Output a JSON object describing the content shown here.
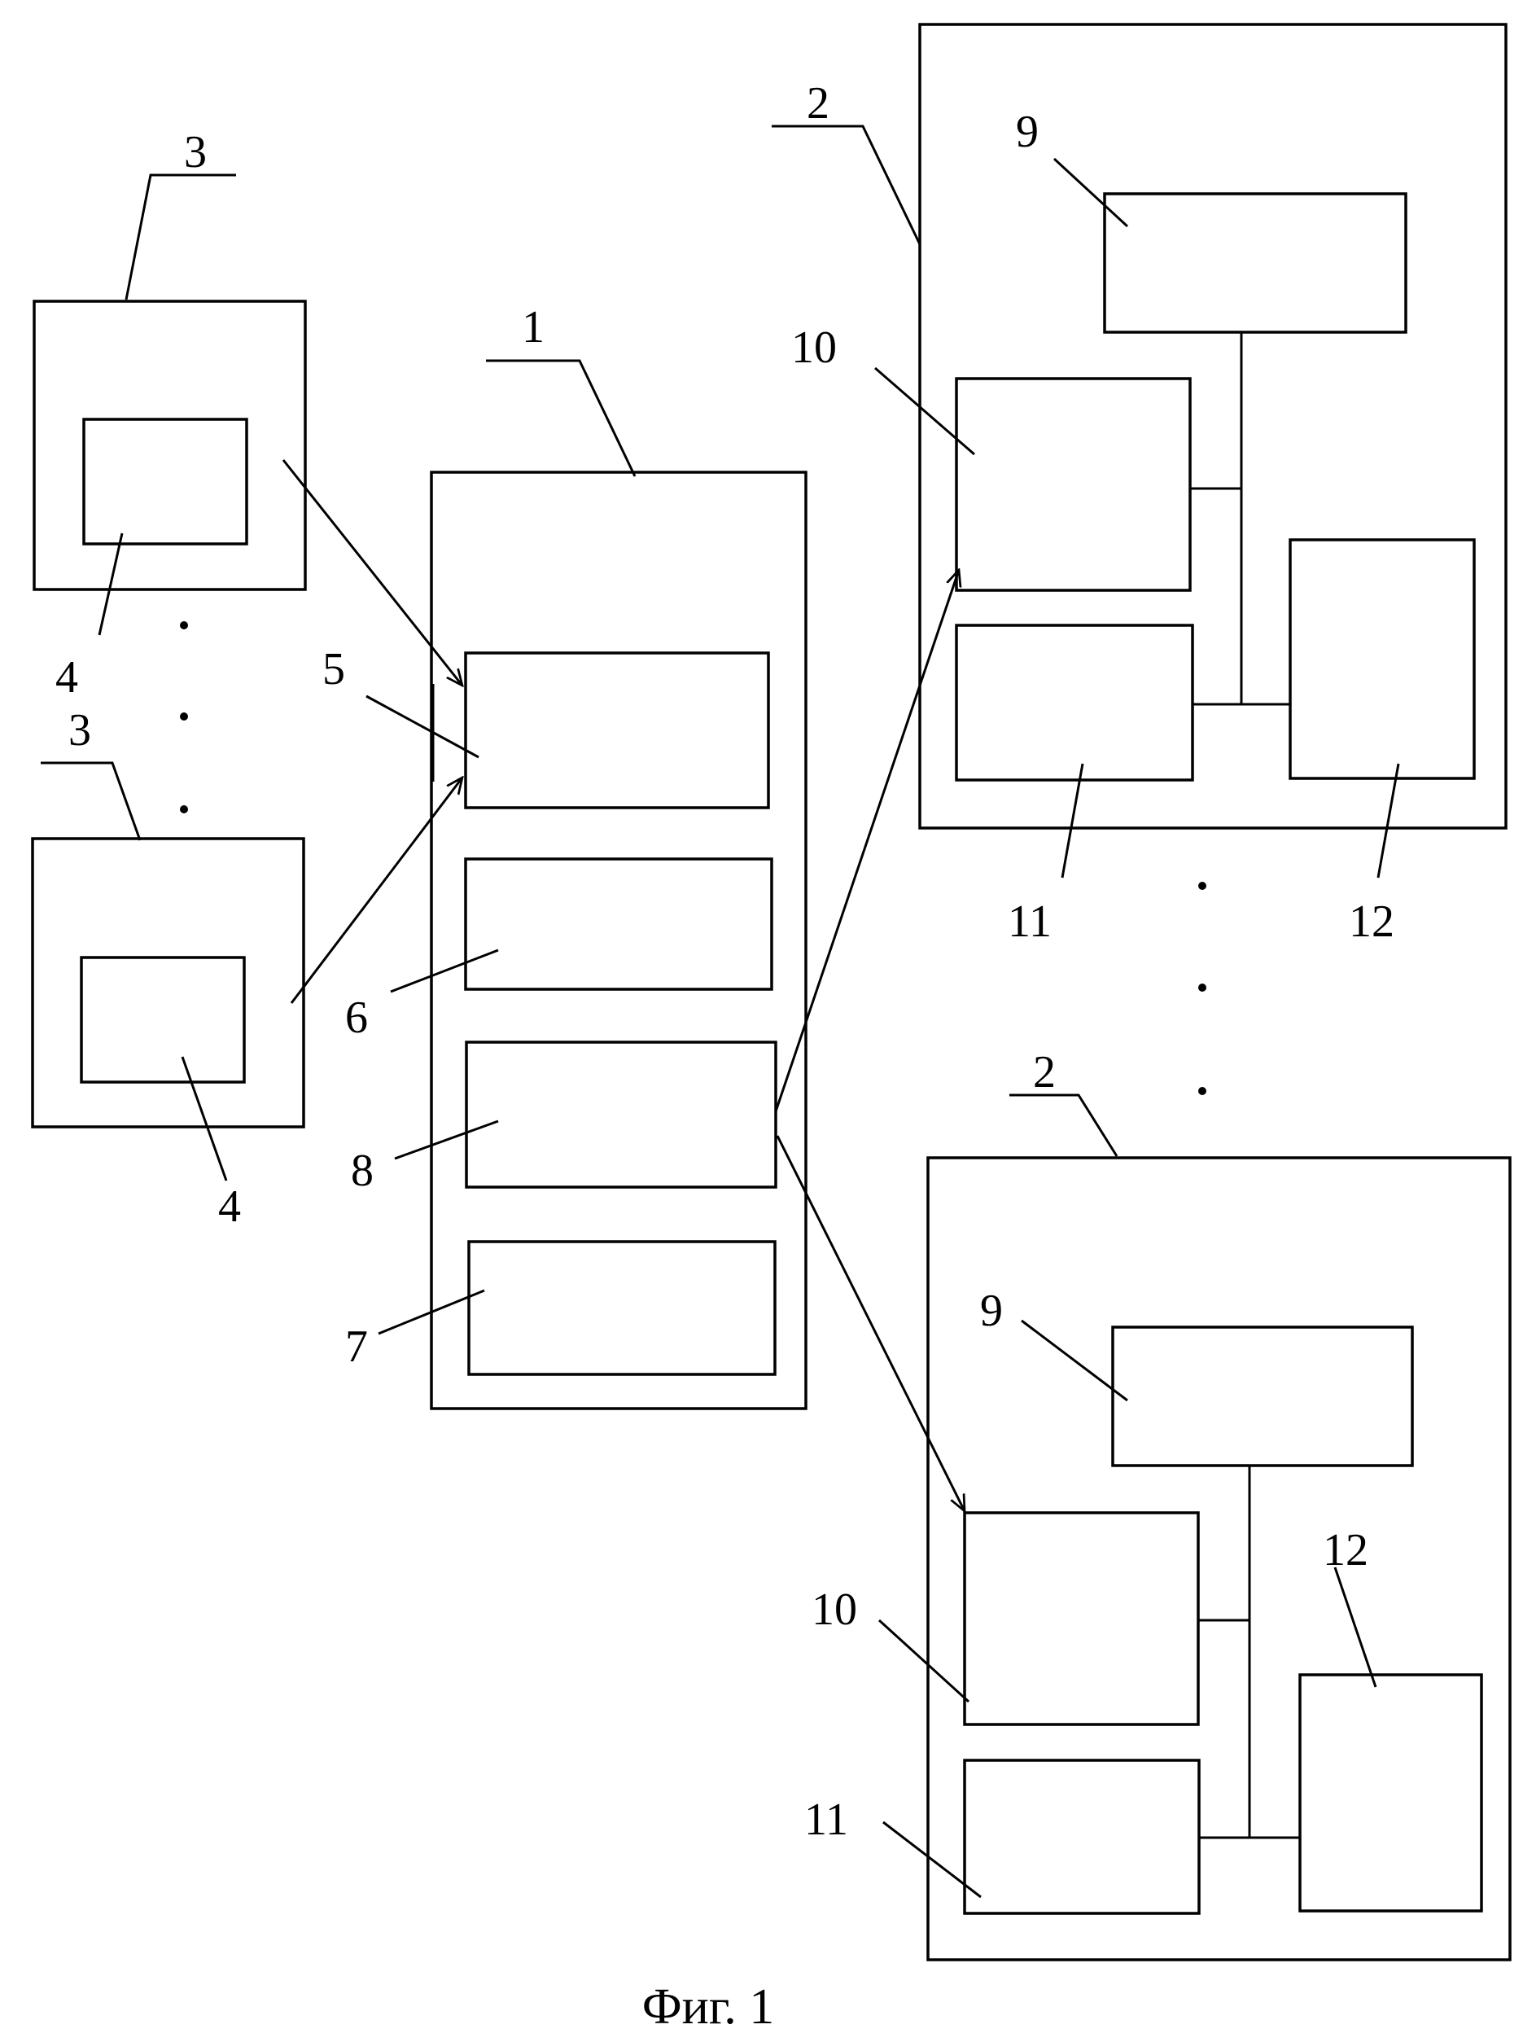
{
  "caption": "Фиг. 1",
  "labels": {
    "central_unit": "1",
    "receiver_unit": "2",
    "source_unit": "3",
    "source_module": "4",
    "block_5": "5",
    "block_6": "6",
    "block_7": "7",
    "block_8": "8",
    "block_9": "9",
    "block_10": "10",
    "block_11": "11",
    "block_12": "12"
  }
}
